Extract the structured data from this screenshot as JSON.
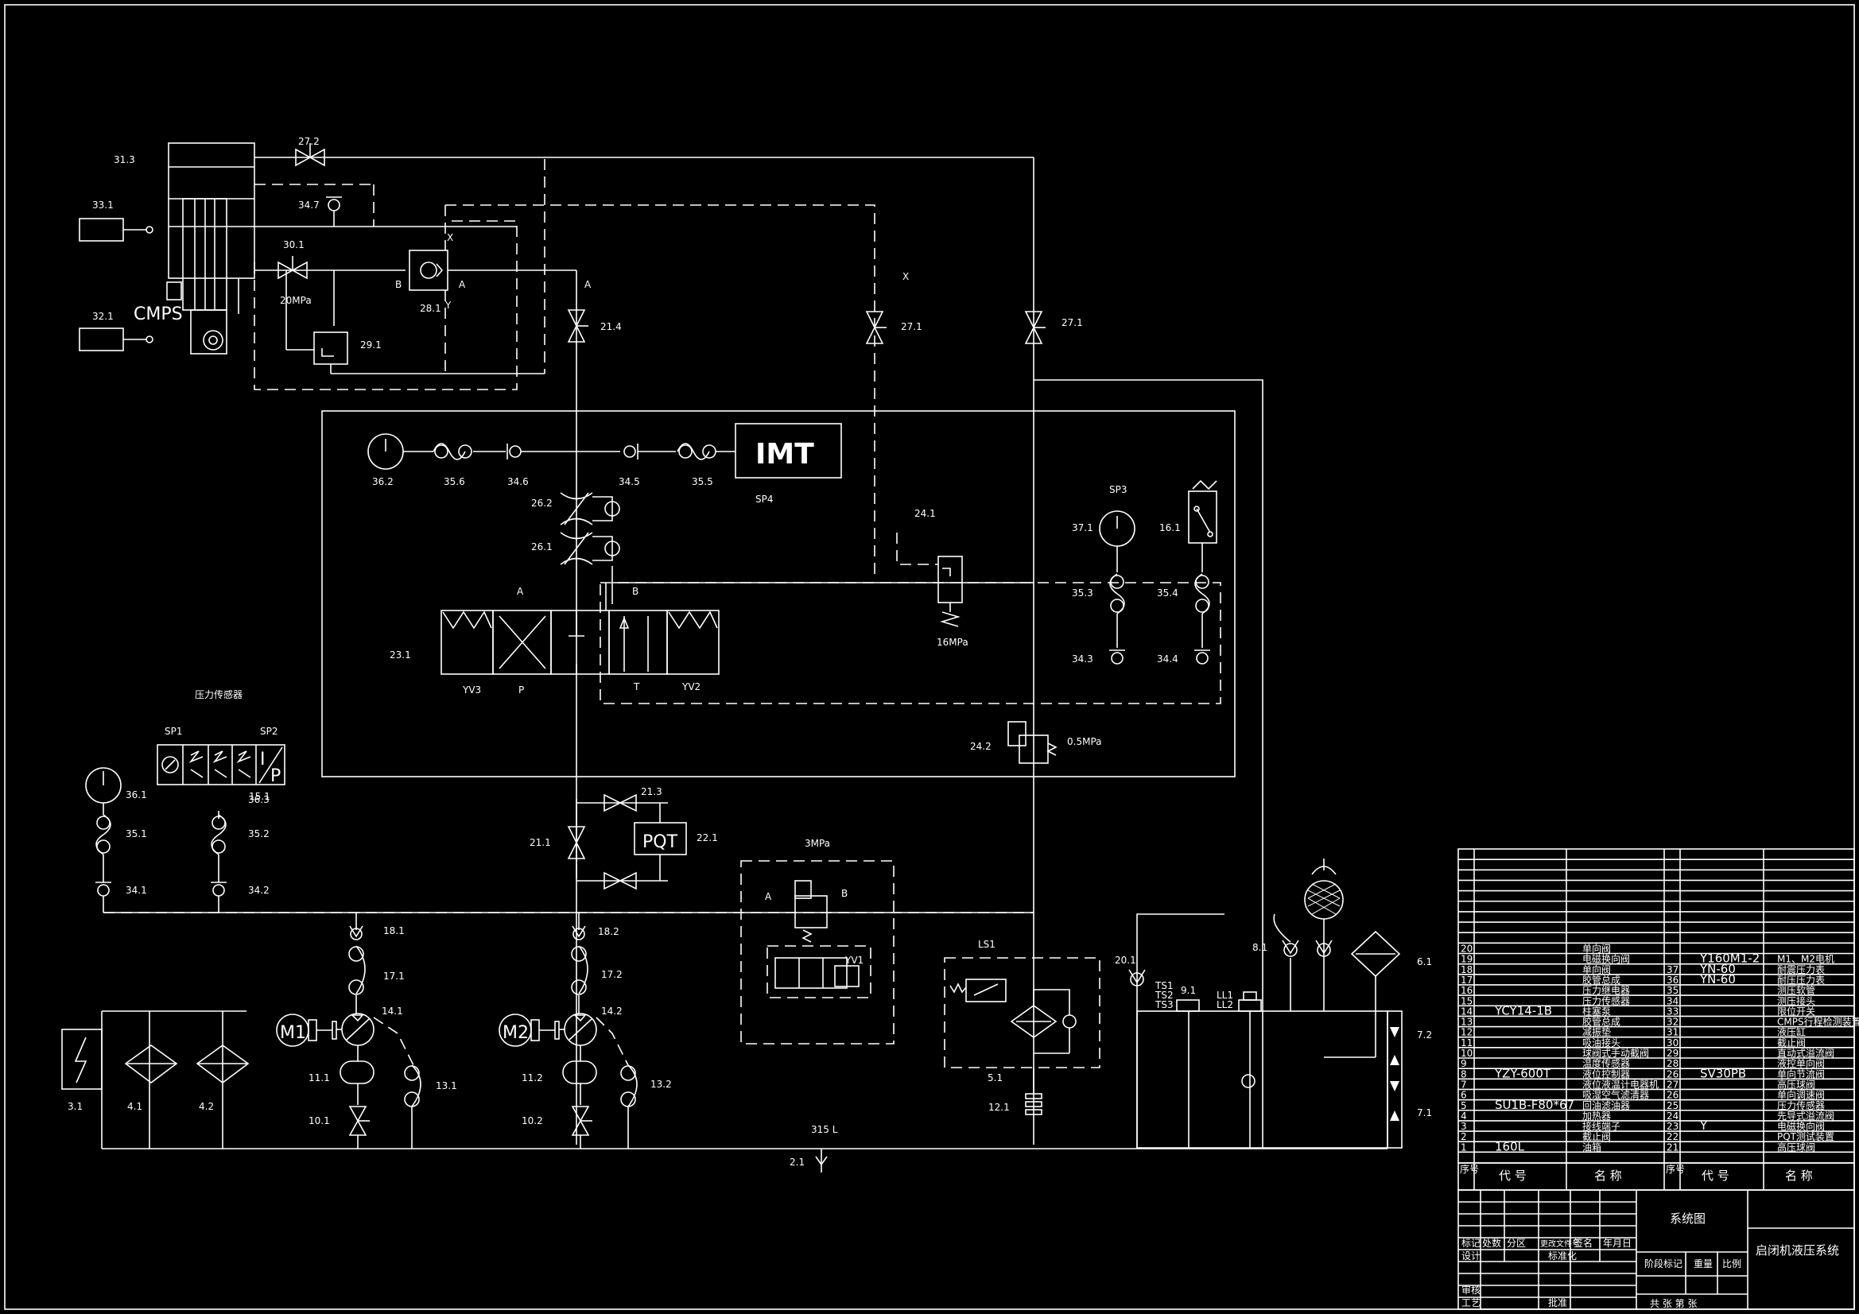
{
  "diagram": {
    "labels": {
      "l31_3": "31.3",
      "l27_2": "27.2",
      "l33_1": "33.1",
      "l34_7": "34.7",
      "l30_1": "30.1",
      "l20mpa": "20MPa",
      "l32_1": "32.1",
      "cmps": "CMPS",
      "l28_1": "28.1",
      "l29_1": "29.1",
      "lX1": "X",
      "lY1": "Y",
      "lB1": "B",
      "lA1": "A",
      "lA2": "A",
      "l21_4": "21.4",
      "lX2": "X",
      "l27_1a": "27.1",
      "l27_1b": "27.1",
      "l36_2": "36.2",
      "l35_6": "35.6",
      "l34_6": "34.6",
      "l34_5": "34.5",
      "l35_5": "35.5",
      "imt": "IMT",
      "sp4": "SP4",
      "l26_2": "26.2",
      "l26_1": "26.1",
      "l24_1": "24.1",
      "l16mpa": "16MPa",
      "sp3": "SP3",
      "l37_1": "37.1",
      "l16_1": "16.1",
      "l35_3": "35.3",
      "l35_4": "35.4",
      "l34_3": "34.3",
      "l34_4": "34.4",
      "lA3": "A",
      "lB3": "B",
      "l23_1": "23.1",
      "yv3": "YV3",
      "lP": "P",
      "lT": "T",
      "yv2": "YV2",
      "pressure_sensor": "压力传感器",
      "sp1": "SP1",
      "sp2": "SP2",
      "l15_1": "15.1",
      "l36_1": "36.1",
      "l35_1": "35.1",
      "l34_1": "34.1",
      "l36_3": "36.3",
      "l35_2": "35.2",
      "l34_2": "34.2",
      "l24_2": "24.2",
      "l0_5mpa": "0.5MPa",
      "l21_3": "21.3",
      "pqt": "PQT",
      "l22_1": "22.1",
      "l21_1": "21.1",
      "l3mpa": "3MPa",
      "lA4": "A",
      "lB4": "B",
      "yv1": "YV1",
      "l18_1": "18.1",
      "l18_2": "18.2",
      "l17_1": "17.1",
      "l17_2": "17.2",
      "m1": "M1",
      "m2": "M2",
      "l14_1": "14.1",
      "l14_2": "14.2",
      "l11_1": "11.1",
      "l11_2": "11.2",
      "l13_1": "13.1",
      "l13_2": "13.2",
      "l10_1": "10.1",
      "l10_2": "10.2",
      "l3_1": "3.1",
      "l4_1": "4.1",
      "l4_2": "4.2",
      "ls1": "LS1",
      "l5_1": "5.1",
      "l12_1": "12.1",
      "l20_1": "20.1",
      "ts1": "TS1",
      "ts2": "TS2",
      "ts3": "TS3",
      "l9_1": "9.1",
      "ll1": "LL1",
      "ll2": "LL2",
      "l8_1": "8.1",
      "l6_1": "6.1",
      "l7_2": "7.2",
      "l7_1": "7.1",
      "l315l": "315 L",
      "l2_1": "2.1"
    },
    "parts_left": [
      {
        "no": "20",
        "code": "",
        "name": "单向阀"
      },
      {
        "no": "19",
        "code": "",
        "name": "电磁换向阀"
      },
      {
        "no": "18",
        "code": "",
        "name": "单向阀"
      },
      {
        "no": "17",
        "code": "",
        "name": "胶管总成"
      },
      {
        "no": "16",
        "code": "",
        "name": "压力继电器"
      },
      {
        "no": "15",
        "code": "",
        "name": "压力传感器"
      },
      {
        "no": "14",
        "code": "YCY14-1B",
        "name": "柱塞泵"
      },
      {
        "no": "13",
        "code": "",
        "name": "胶管总成"
      },
      {
        "no": "12",
        "code": "",
        "name": "减振垫"
      },
      {
        "no": "11",
        "code": "",
        "name": "吸油接头"
      },
      {
        "no": "10",
        "code": "",
        "name": "球阀式手动截阀"
      },
      {
        "no": "9",
        "code": "",
        "name": "温度传感器"
      },
      {
        "no": "8",
        "code": "YZY-600T",
        "name": "液位控制器"
      },
      {
        "no": "7",
        "code": "",
        "name": "液位液温计电器机"
      },
      {
        "no": "6",
        "code": "",
        "name": "吸湿空气滤清器"
      },
      {
        "no": "5",
        "code": "SU1B-F80*67",
        "name": "回油滤油器"
      },
      {
        "no": "4",
        "code": "",
        "name": "加热器"
      },
      {
        "no": "3",
        "code": "",
        "name": "接线端子"
      },
      {
        "no": "2",
        "code": "",
        "name": "截止阀"
      },
      {
        "no": "1",
        "code": "160L",
        "name": "油箱"
      }
    ],
    "parts_right": [
      {
        "no": "",
        "code": "",
        "name": ""
      },
      {
        "no": "",
        "code": "",
        "name": ""
      },
      {
        "no": "",
        "code": "Y160M1-2",
        "name": "M1、M2电机"
      },
      {
        "no": "37",
        "code": "YN-60",
        "name": "耐震压力表"
      },
      {
        "no": "36",
        "code": "YN-60",
        "name": "耐压压力表"
      },
      {
        "no": "35",
        "code": "",
        "name": "测压软管"
      },
      {
        "no": "34",
        "code": "",
        "name": "测压接头"
      },
      {
        "no": "33",
        "code": "",
        "name": "限位开关"
      },
      {
        "no": "32",
        "code": "",
        "name": "CMPS行程检测装置"
      },
      {
        "no": "31",
        "code": "",
        "name": "液压缸"
      },
      {
        "no": "30",
        "code": "",
        "name": "截止阀"
      },
      {
        "no": "29",
        "code": "",
        "name": "直动式溢流阀"
      },
      {
        "no": "28",
        "code": "",
        "name": "液控单向阀"
      },
      {
        "no": "26",
        "code": "SV30PB",
        "name": "单向节流阀"
      },
      {
        "no": "27",
        "code": "",
        "name": "高压球阀"
      },
      {
        "no": "26",
        "code": "",
        "name": "单向调速阀"
      },
      {
        "no": "25",
        "code": "",
        "name": "压力传感器"
      },
      {
        "no": "24",
        "code": "",
        "name": "先导式溢流阀"
      },
      {
        "no": "23",
        "code": "Y",
        "name": "电磁换向阀"
      },
      {
        "no": "22",
        "code": "",
        "name": "PQT测试装置"
      },
      {
        "no": "21",
        "code": "",
        "name": "高压球阀"
      }
    ],
    "table_header": {
      "no": "序号",
      "code": "代  号",
      "name": "名  称"
    },
    "title_block": {
      "diagram_name": "系统图",
      "project_name": "启闭机液压系统",
      "c_mark": "标记",
      "c_count": "处数",
      "c_zone": "分区",
      "c_doc": "更改文件号",
      "c_sign": "签名",
      "c_date": "年月日",
      "c_design": "设计",
      "c_std": "标准化",
      "c_stage": "阶段标记",
      "c_weight": "重量",
      "c_scale": "比例",
      "c_review": "审核",
      "c_craft": "工艺",
      "c_approve": "批准",
      "c_total": "共  张  第  张"
    }
  }
}
